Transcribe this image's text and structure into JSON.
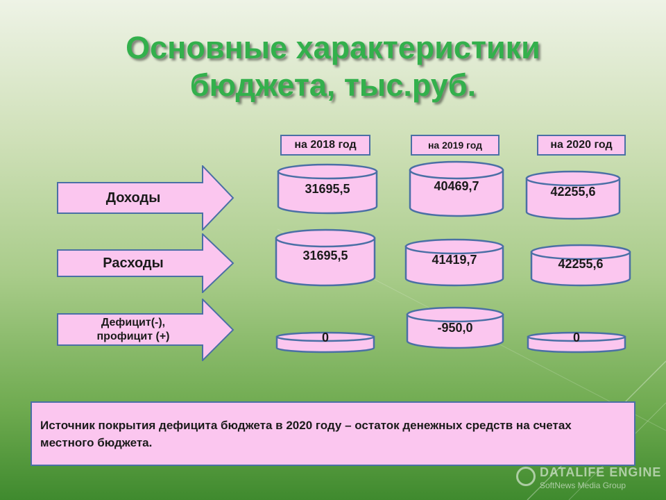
{
  "title_line1": "Основные характеристики",
  "title_line2": "бюджета, тыс.руб.",
  "years": [
    "на 2018 год",
    "на 2019 год",
    "на 2020 год"
  ],
  "rows": [
    {
      "label": "Доходы",
      "values": [
        "31695,5",
        "40469,7",
        "42255,6"
      ]
    },
    {
      "label": "Расходы",
      "values": [
        "31695,5",
        "41419,7",
        "42255,6"
      ]
    },
    {
      "label_line1": "Дефицит(-),",
      "label_line2": "профицит (+)",
      "values": [
        "0",
        "-950,0",
        "0"
      ]
    }
  ],
  "note": "Источник покрытия дефицита бюджета в 2020 году – остаток денежных средств на счетах местного бюджета.",
  "watermark": {
    "brand": "DATALIFE ENGINE",
    "sub": "SoftNews Media Group"
  },
  "colors": {
    "pink": "#fbc6ef",
    "border": "#4a6fa5",
    "title": "#33b04c"
  }
}
